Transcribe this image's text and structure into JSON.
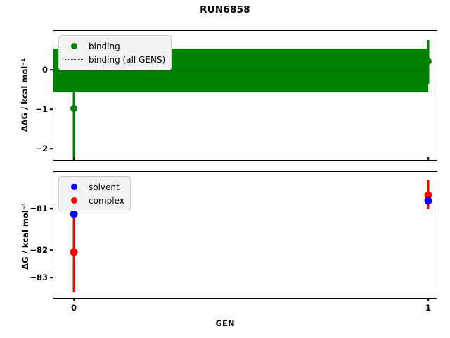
{
  "figure": {
    "title": "RUN6858",
    "xaxis_label": "GEN",
    "xticks": [
      "0",
      "1"
    ]
  },
  "colors": {
    "binding_green": "#008000",
    "binding_dark_green": "#006400",
    "solvent_blue": "#0000ff",
    "complex_red": "#ff0000",
    "frame_black": "#000000",
    "legend_face": "#f2f2f2"
  },
  "chart_data": [
    {
      "type": "scatter",
      "panel": "top",
      "title": "RUN6858",
      "xlabel": "",
      "ylabel": "ΔΔG / kcal mol⁻¹",
      "x": [
        0,
        1
      ],
      "xticklabels": [
        "0",
        "1"
      ],
      "xlim": [
        -0.06,
        1.03
      ],
      "ylim": [
        -2.35,
        0.78
      ],
      "yticks": [
        0,
        -1,
        -2
      ],
      "yticklabels": [
        "0",
        "−1",
        "−2"
      ],
      "grid": false,
      "legend_position": "upper left",
      "series": [
        {
          "name": "binding",
          "marker": "circle",
          "color": "#008000",
          "values": [
            -1.05,
            0.23
          ],
          "yerr": [
            1.05,
            0.55
          ]
        },
        {
          "name": "binding (all GENS)",
          "style": "dotted-line-with-band",
          "color": "#006400",
          "mean": 0.0,
          "band_lower": -0.55,
          "band_upper": 0.55,
          "band_color": "#008000"
        }
      ]
    },
    {
      "type": "scatter",
      "panel": "bottom",
      "xlabel": "GEN",
      "ylabel": "ΔG / kcal mol⁻¹",
      "x": [
        0,
        1
      ],
      "xticklabels": [
        "0",
        "1"
      ],
      "xlim": [
        -0.06,
        1.03
      ],
      "ylim": [
        -83.85,
        -80.45
      ],
      "yticks": [
        -81,
        -82,
        -83
      ],
      "yticklabels": [
        "−81",
        "−82",
        "−83"
      ],
      "grid": false,
      "legend_position": "upper left",
      "series": [
        {
          "name": "solvent",
          "marker": "circle",
          "color": "#0000ff",
          "values": [
            -81.2,
            -80.95
          ],
          "yerr": [
            0.08,
            0.06
          ]
        },
        {
          "name": "complex",
          "marker": "circle",
          "color": "#ff0000",
          "values": [
            -82.25,
            -80.8
          ],
          "yerr": [
            1.2,
            0.42
          ]
        }
      ]
    }
  ],
  "top_panel": {
    "ylabel": "ΔΔG / kcal mol⁻¹",
    "yticklabels": [
      "0",
      "−1",
      "−2"
    ],
    "legend": [
      {
        "label": "binding",
        "key": "marker-dot",
        "color": "#008000"
      },
      {
        "label": "binding (all GENS)",
        "key": "dotted-line",
        "color": "#006400"
      }
    ]
  },
  "bottom_panel": {
    "ylabel": "ΔG / kcal mol⁻¹",
    "yticklabels": [
      "−81",
      "−82",
      "−83"
    ],
    "legend": [
      {
        "label": "solvent",
        "key": "marker-dot",
        "color": "#0000ff"
      },
      {
        "label": "complex",
        "key": "marker-dot",
        "color": "#ff0000"
      }
    ]
  }
}
